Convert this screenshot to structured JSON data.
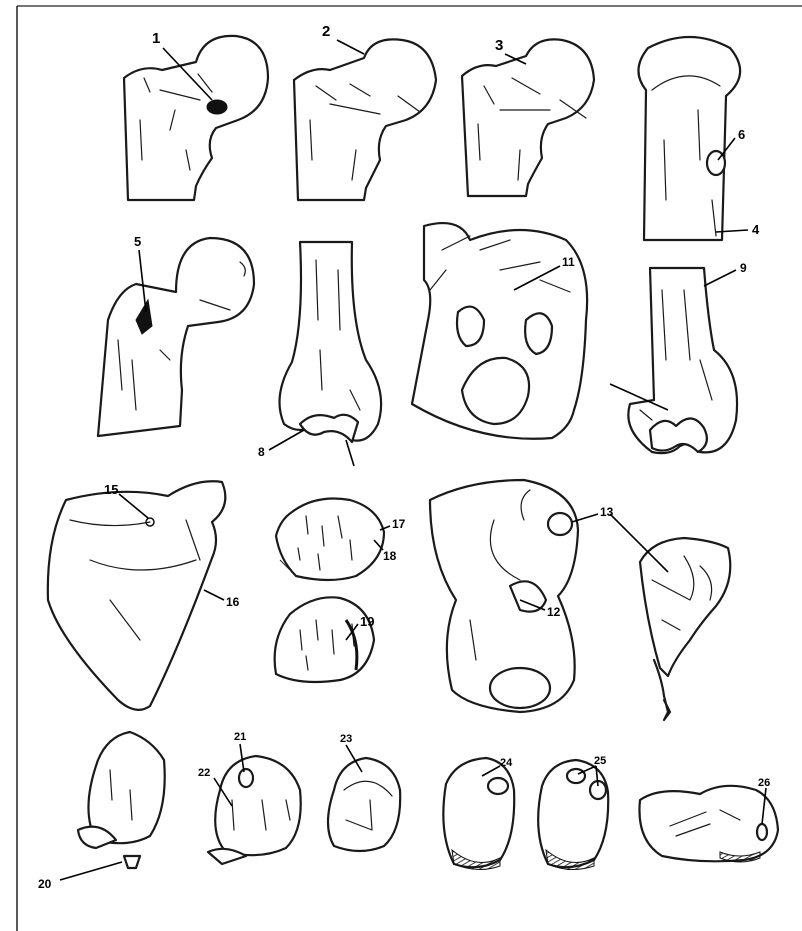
{
  "colors": {
    "background": "#ffffff",
    "ink": "#111111",
    "border": "#222222"
  },
  "labels": [
    "1",
    "2",
    "3",
    "4",
    "5",
    "6",
    "8",
    "9",
    "11",
    "12",
    "13",
    "15",
    "16",
    "17",
    "18",
    "19",
    "20",
    "21",
    "22",
    "23",
    "24",
    "25",
    "26"
  ]
}
